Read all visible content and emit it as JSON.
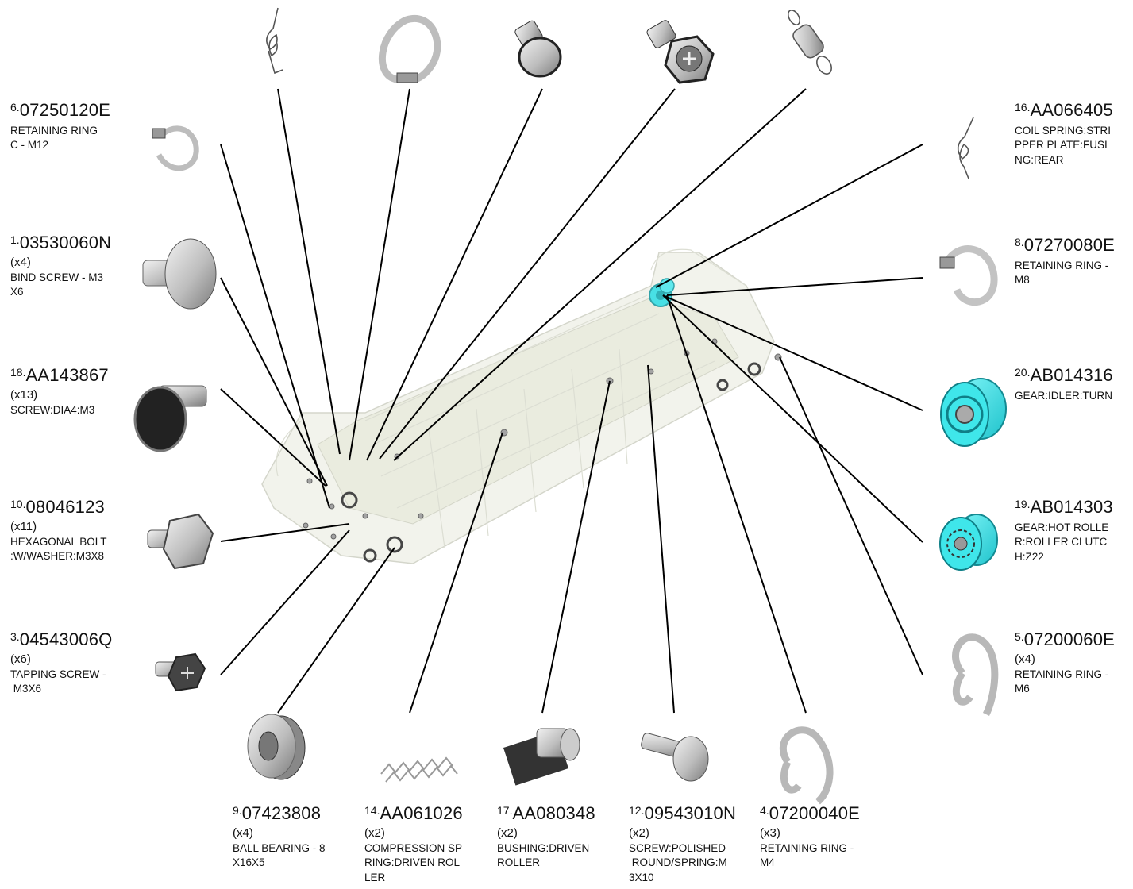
{
  "parts": [
    {
      "id": "p6",
      "number": "6.",
      "code": "07250120E",
      "qty": "",
      "desc_lines": [
        "RETAINING RING",
        "C - M12"
      ]
    },
    {
      "id": "p1",
      "number": "1.",
      "code": "03530060N",
      "qty": "(x4)",
      "desc_lines": [
        "BIND SCREW - M3",
        "X6"
      ]
    },
    {
      "id": "p18",
      "number": "18.",
      "code": "AA143867",
      "qty": "(x13)",
      "desc_lines": [
        "SCREW:DIA4:M3"
      ]
    },
    {
      "id": "p10",
      "number": "10.",
      "code": "08046123",
      "qty": "(x11)",
      "desc_lines": [
        "HEXAGONAL BOLT",
        ":W/WASHER:M3X8"
      ]
    },
    {
      "id": "p3",
      "number": "3.",
      "code": "04543006Q",
      "qty": "(x6)",
      "desc_lines": [
        "TAPPING SCREW -",
        " M3X6"
      ]
    },
    {
      "id": "p16",
      "number": "16.",
      "code": "AA066405",
      "qty": "",
      "desc_lines": [
        "COIL SPRING:STRI",
        "PPER PLATE:FUSI",
        "NG:REAR"
      ]
    },
    {
      "id": "p8",
      "number": "8.",
      "code": "07270080E",
      "qty": "",
      "desc_lines": [
        "RETAINING RING -",
        "M8"
      ]
    },
    {
      "id": "p20",
      "number": "20.",
      "code": "AB014316",
      "qty": "",
      "desc_lines": [
        "GEAR:IDLER:TURN"
      ]
    },
    {
      "id": "p19",
      "number": "19.",
      "code": "AB014303",
      "qty": "",
      "desc_lines": [
        "GEAR:HOT ROLLE",
        "R:ROLLER CLUTC",
        "H:Z22"
      ]
    },
    {
      "id": "p5",
      "number": "5.",
      "code": "07200060E",
      "qty": "(x4)",
      "desc_lines": [
        "RETAINING RING -",
        "M6"
      ]
    },
    {
      "id": "p9",
      "number": "9.",
      "code": "07423808",
      "qty": "(x4)",
      "desc_lines": [
        "BALL BEARING - 8",
        "X16X5"
      ]
    },
    {
      "id": "p14",
      "number": "14.",
      "code": "AA061026",
      "qty": "(x2)",
      "desc_lines": [
        "COMPRESSION SP",
        "RING:DRIVEN ROL",
        "LER"
      ]
    },
    {
      "id": "p17",
      "number": "17.",
      "code": "AA080348",
      "qty": "(x2)",
      "desc_lines": [
        "BUSHING:DRIVEN",
        "ROLLER"
      ]
    },
    {
      "id": "p12",
      "number": "12.",
      "code": "09543010N",
      "qty": "(x2)",
      "desc_lines": [
        "SCREW:POLISHED",
        " ROUND/SPRING:M",
        "3X10"
      ]
    },
    {
      "id": "p4",
      "number": "4.",
      "code": "07200040E",
      "qty": "(x3)",
      "desc_lines": [
        "RETAINING RING -",
        "M4"
      ]
    }
  ],
  "colors": {
    "part_gray": "#c8c8c8",
    "part_dark": "#3a3a3a",
    "gear_cyan": "#2ee0e6",
    "leader": "#000000",
    "assembly_ghost": "#eceee4"
  }
}
